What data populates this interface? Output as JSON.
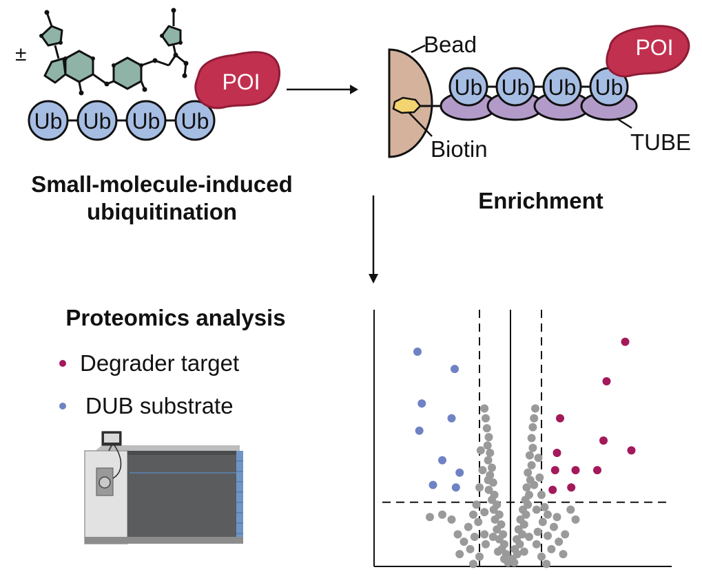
{
  "headings": {
    "ubiquitination": "Small-molecule-induced\nubiquitination",
    "enrichment": "Enrichment",
    "proteomics": "Proteomics analysis"
  },
  "labels": {
    "plus_minus": "±",
    "poi": "POI",
    "ub": "Ub",
    "bead": "Bead",
    "biotin": "Biotin",
    "tube": "TUBE"
  },
  "legend": [
    {
      "label": "Degrader target",
      "color": "#a3195b"
    },
    {
      "label": "DUB substrate",
      "color": "#6f82c4"
    }
  ],
  "colors": {
    "ub_fill": "#a6bde3",
    "poi_fill": "#c2304f",
    "bead_fill": "#d4b29c",
    "biotin_fill": "#f4d371",
    "tube_fill": "#b39bc9",
    "molecule_fill": "#8fb3a7",
    "point_gray": "#9a9a9a"
  },
  "chart_data": {
    "type": "scatter",
    "title": "",
    "xlabel": "",
    "ylabel": "",
    "xlim": [
      -2.2,
      2.6
    ],
    "ylim": [
      0,
      5.2
    ],
    "thresholds": {
      "x": [
        -0.5,
        0.5
      ],
      "y": 1.3,
      "x_center": 0
    },
    "series": [
      {
        "name": "Degrader target",
        "color": "#a3195b",
        "points": [
          [
            1.85,
            4.55
          ],
          [
            1.55,
            3.75
          ],
          [
            0.8,
            3.0
          ],
          [
            1.5,
            2.55
          ],
          [
            1.95,
            2.35
          ],
          [
            0.75,
            2.3
          ],
          [
            1.05,
            1.95
          ],
          [
            0.72,
            1.95
          ],
          [
            1.4,
            1.95
          ],
          [
            0.68,
            1.55
          ],
          [
            0.98,
            1.6
          ]
        ]
      },
      {
        "name": "DUB substrate",
        "color": "#6f82c4",
        "points": [
          [
            -1.5,
            4.35
          ],
          [
            -0.9,
            4.0
          ],
          [
            -1.43,
            3.3
          ],
          [
            -0.95,
            3.0
          ],
          [
            -1.47,
            2.75
          ],
          [
            -1.1,
            2.15
          ],
          [
            -0.82,
            1.9
          ],
          [
            -1.25,
            1.65
          ],
          [
            -0.88,
            1.6
          ]
        ]
      },
      {
        "name": "",
        "color": "#9a9a9a",
        "points": [
          [
            -0.42,
            3.2
          ],
          [
            -0.4,
            3.0
          ],
          [
            -0.38,
            2.8
          ],
          [
            -0.35,
            2.62
          ],
          [
            -0.37,
            2.45
          ],
          [
            -0.33,
            2.3
          ],
          [
            -0.36,
            2.15
          ],
          [
            -0.3,
            2.0
          ],
          [
            -0.33,
            1.85
          ],
          [
            -0.28,
            1.7
          ],
          [
            -0.35,
            1.55
          ],
          [
            -0.26,
            1.45
          ],
          [
            -0.3,
            1.35
          ],
          [
            -0.22,
            1.25
          ],
          [
            -0.27,
            1.15
          ],
          [
            -0.18,
            1.05
          ],
          [
            -0.25,
            0.95
          ],
          [
            -0.15,
            0.85
          ],
          [
            -0.22,
            0.75
          ],
          [
            -0.12,
            0.65
          ],
          [
            -0.18,
            0.55
          ],
          [
            -0.1,
            0.45
          ],
          [
            -0.14,
            0.35
          ],
          [
            -0.07,
            0.25
          ],
          [
            -0.1,
            0.15
          ],
          [
            -0.04,
            0.08
          ],
          [
            -0.48,
            2.35
          ],
          [
            -0.45,
            1.95
          ],
          [
            -0.5,
            1.6
          ],
          [
            -0.55,
            1.25
          ],
          [
            -0.6,
            1.05
          ],
          [
            -0.52,
            0.9
          ],
          [
            -0.68,
            0.8
          ],
          [
            -0.58,
            0.6
          ],
          [
            -0.75,
            0.5
          ],
          [
            -0.65,
            0.35
          ],
          [
            -0.85,
            0.65
          ],
          [
            -0.95,
            0.95
          ],
          [
            -1.1,
            1.05
          ],
          [
            -1.3,
            1.0
          ],
          [
            -0.82,
            0.25
          ],
          [
            -0.5,
            0.2
          ],
          [
            -0.4,
            0.45
          ],
          [
            -0.2,
            0.3
          ],
          [
            -0.28,
            0.6
          ],
          [
            -0.42,
            1.1
          ],
          [
            -0.36,
            1.75
          ],
          [
            -0.42,
            0.65
          ],
          [
            0.4,
            3.2
          ],
          [
            0.38,
            3.0
          ],
          [
            0.36,
            2.82
          ],
          [
            0.34,
            2.6
          ],
          [
            0.36,
            2.4
          ],
          [
            0.31,
            2.25
          ],
          [
            0.34,
            2.05
          ],
          [
            0.28,
            1.9
          ],
          [
            0.32,
            1.75
          ],
          [
            0.26,
            1.6
          ],
          [
            0.3,
            1.45
          ],
          [
            0.24,
            1.35
          ],
          [
            0.28,
            1.25
          ],
          [
            0.2,
            1.15
          ],
          [
            0.25,
            1.05
          ],
          [
            0.16,
            0.95
          ],
          [
            0.22,
            0.85
          ],
          [
            0.13,
            0.75
          ],
          [
            0.19,
            0.65
          ],
          [
            0.1,
            0.55
          ],
          [
            0.15,
            0.45
          ],
          [
            0.07,
            0.35
          ],
          [
            0.11,
            0.25
          ],
          [
            0.03,
            0.15
          ],
          [
            0.06,
            0.08
          ],
          [
            0.45,
            2.2
          ],
          [
            0.47,
            1.8
          ],
          [
            0.5,
            1.45
          ],
          [
            0.55,
            1.2
          ],
          [
            0.6,
            1.05
          ],
          [
            0.52,
            0.9
          ],
          [
            0.7,
            0.8
          ],
          [
            0.6,
            0.62
          ],
          [
            0.78,
            0.5
          ],
          [
            0.66,
            0.35
          ],
          [
            0.88,
            0.65
          ],
          [
            0.97,
            1.15
          ],
          [
            1.05,
            0.95
          ],
          [
            0.85,
            0.25
          ],
          [
            0.5,
            0.2
          ],
          [
            0.42,
            0.45
          ],
          [
            0.22,
            0.3
          ],
          [
            0.3,
            0.6
          ],
          [
            0.42,
            1.15
          ],
          [
            0.38,
            1.65
          ],
          [
            0.44,
            0.7
          ],
          [
            0.75,
            1.0
          ],
          [
            0.58,
            0.05
          ],
          [
            -0.6,
            0.05
          ]
        ]
      }
    ]
  }
}
